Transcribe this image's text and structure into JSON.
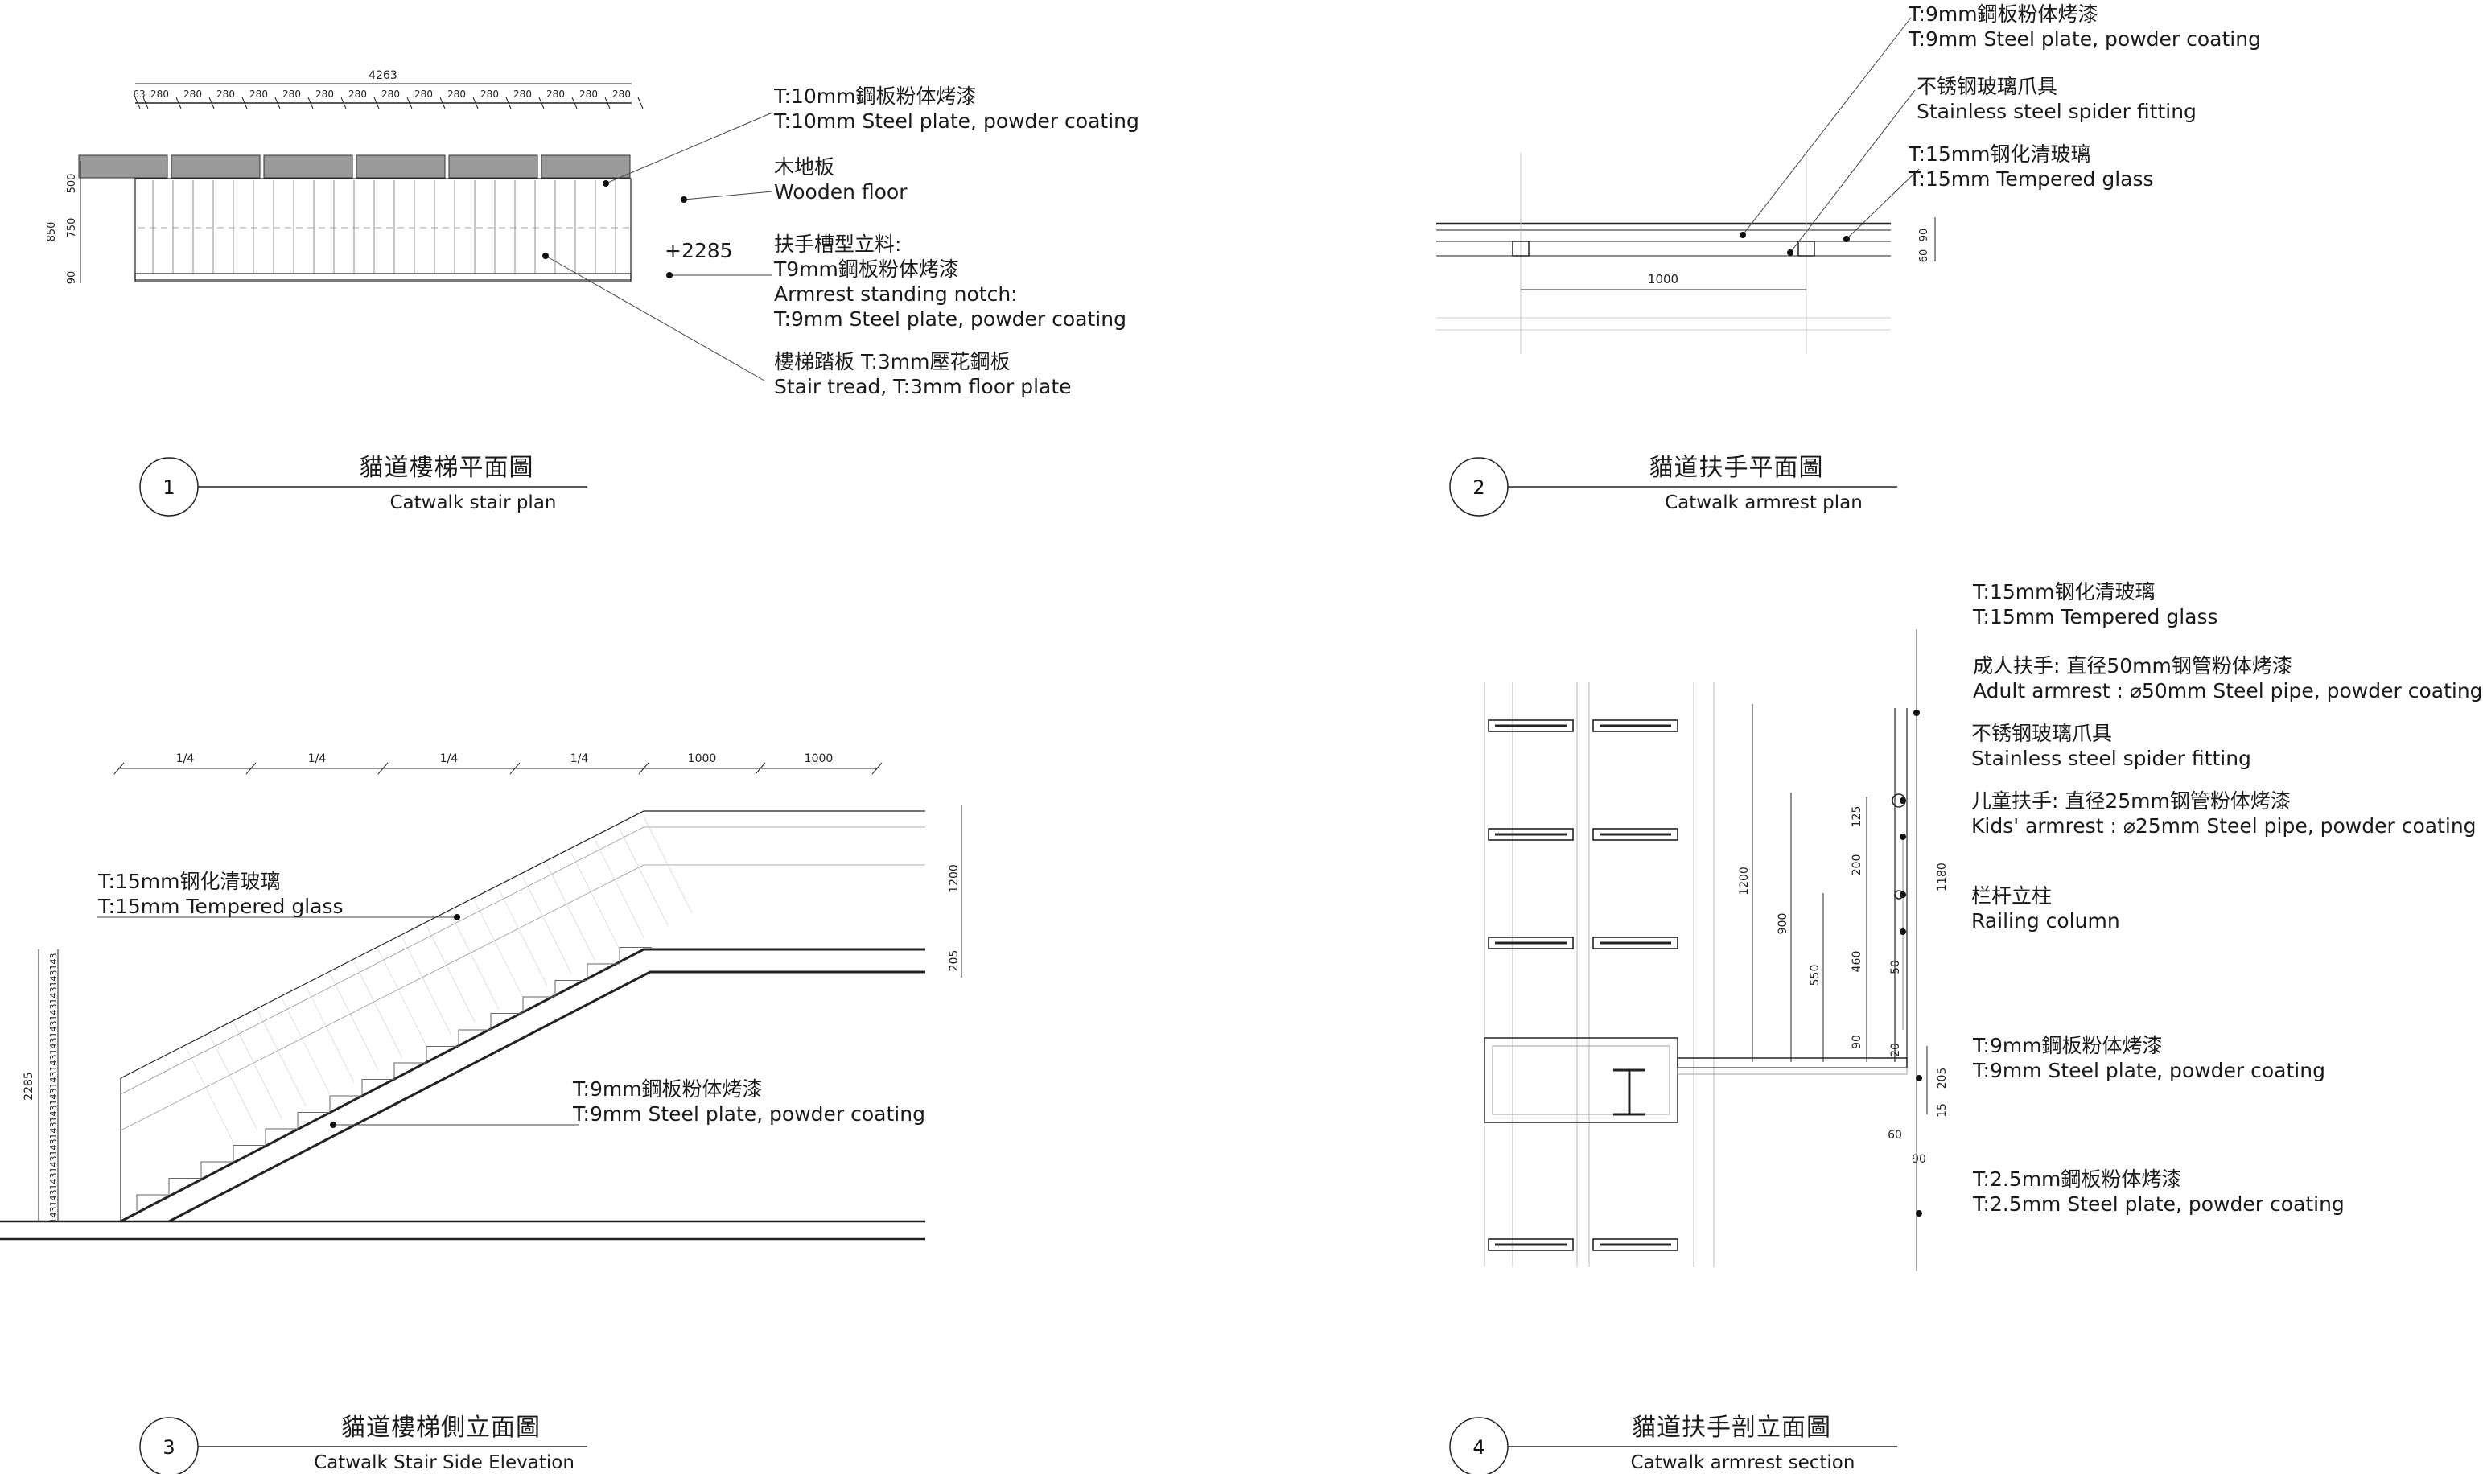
{
  "drawings": [
    {
      "number": "1",
      "title_zh": "貓道樓梯平面圖",
      "title_en": "Catwalk stair plan",
      "notes": [
        {
          "zh": "T:10mm鋼板粉体烤漆",
          "en": "T:10mm Steel plate, powder coating"
        },
        {
          "zh": "木地板",
          "en": "Wooden floor"
        },
        {
          "zh": "扶手槽型立料:",
          "zh2": "T9mm鋼板粉体烤漆",
          "en": "Armrest standing notch:",
          "en2": "T:9mm Steel plate, powder coating"
        },
        {
          "zh": "樓梯踏板 T:3mm壓花鋼板",
          "en": "Stair tread, T:3mm floor plate"
        }
      ],
      "level_mark": "+2285",
      "dims_top_total": "4263",
      "dims_top": [
        "63",
        "280",
        "280",
        "280",
        "280",
        "280",
        "280",
        "280",
        "280",
        "280",
        "280",
        "280",
        "280",
        "280",
        "280",
        "280"
      ],
      "dims_side": [
        "500",
        "750",
        "850",
        "90"
      ]
    },
    {
      "number": "2",
      "title_zh": "貓道扶手平面圖",
      "title_en": "Catwalk armrest plan",
      "notes": [
        {
          "zh": "T:9mm鋼板粉体烤漆",
          "en": "T:9mm Steel plate, powder coating"
        },
        {
          "zh": "不锈钢玻璃爪具",
          "en": "Stainless steel spider fitting"
        },
        {
          "zh": "T:15mm钢化清玻璃",
          "en": "T:15mm Tempered glass"
        }
      ],
      "dims": [
        "1000",
        "60",
        "90"
      ]
    },
    {
      "number": "3",
      "title_zh": "貓道樓梯側立面圖",
      "title_en": "Catwalk Stair Side Elevation",
      "notes": [
        {
          "zh": "T:15mm钢化清玻璃",
          "en": "T:15mm Tempered glass"
        },
        {
          "zh": "T:9mm鋼板粉体烤漆",
          "en": "T:9mm Steel plate, powder coating"
        }
      ],
      "dims_top": [
        "1/4",
        "1/4",
        "1/4",
        "1/4",
        "1000",
        "1000"
      ],
      "dims_right": [
        "1200",
        "205"
      ],
      "dims_left_total": "2285",
      "dims_left_step": "143"
    },
    {
      "number": "4",
      "title_zh": "貓道扶手剖立面圖",
      "title_en": "Catwalk armrest section",
      "notes": [
        {
          "zh": "T:15mm钢化清玻璃",
          "en": "T:15mm Tempered glass"
        },
        {
          "zh": "成人扶手: 直径50mm钢管粉体烤漆",
          "en": "Adult armrest : ⌀50mm Steel pipe, powder coating"
        },
        {
          "zh": "不锈钢玻璃爪具",
          "en": "Stainless steel spider fitting"
        },
        {
          "zh": "儿童扶手: 直径25mm钢管粉体烤漆",
          "en": "Kids' armrest : ⌀25mm Steel pipe, powder coating"
        },
        {
          "zh": "栏杆立柱",
          "en": "Railing column"
        },
        {
          "zh": "T:9mm鋼板粉体烤漆",
          "en": "T:9mm Steel plate, powder coating"
        },
        {
          "zh": "T:2.5mm鋼板粉体烤漆",
          "en": "T:2.5mm Steel plate, powder coating"
        }
      ],
      "dims": [
        "1200",
        "900",
        "550",
        "125",
        "200",
        "460",
        "90",
        "50",
        "20",
        "1180",
        "205",
        "15",
        "60",
        "90"
      ]
    }
  ]
}
